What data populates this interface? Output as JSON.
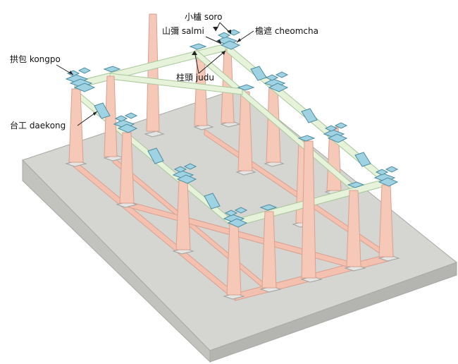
{
  "labels": {
    "soro": "小櫨 soro",
    "salmi": "山彌 salmi",
    "cheomcha": "檐遮 cheomcha",
    "jutu": "柱頭 judu",
    "kongpo": "拱包 kongpo",
    "daekong": "台工 daekong"
  },
  "colors": {
    "base_top": "#d5d5d2",
    "base_left": "#c2c2bf",
    "base_right": "#b4b4b1",
    "post_fill": "#f6c8b8",
    "post_stroke": "#d9a090",
    "beam_fill": "#f4c0b0",
    "green_beam": "#e6f3da",
    "green_stroke": "#a9c79b",
    "bracket_fill": "#9fd3e4",
    "bracket_stroke": "#4f8ca0",
    "pad_fill": "#e4e4e2",
    "leader": "#222222"
  }
}
